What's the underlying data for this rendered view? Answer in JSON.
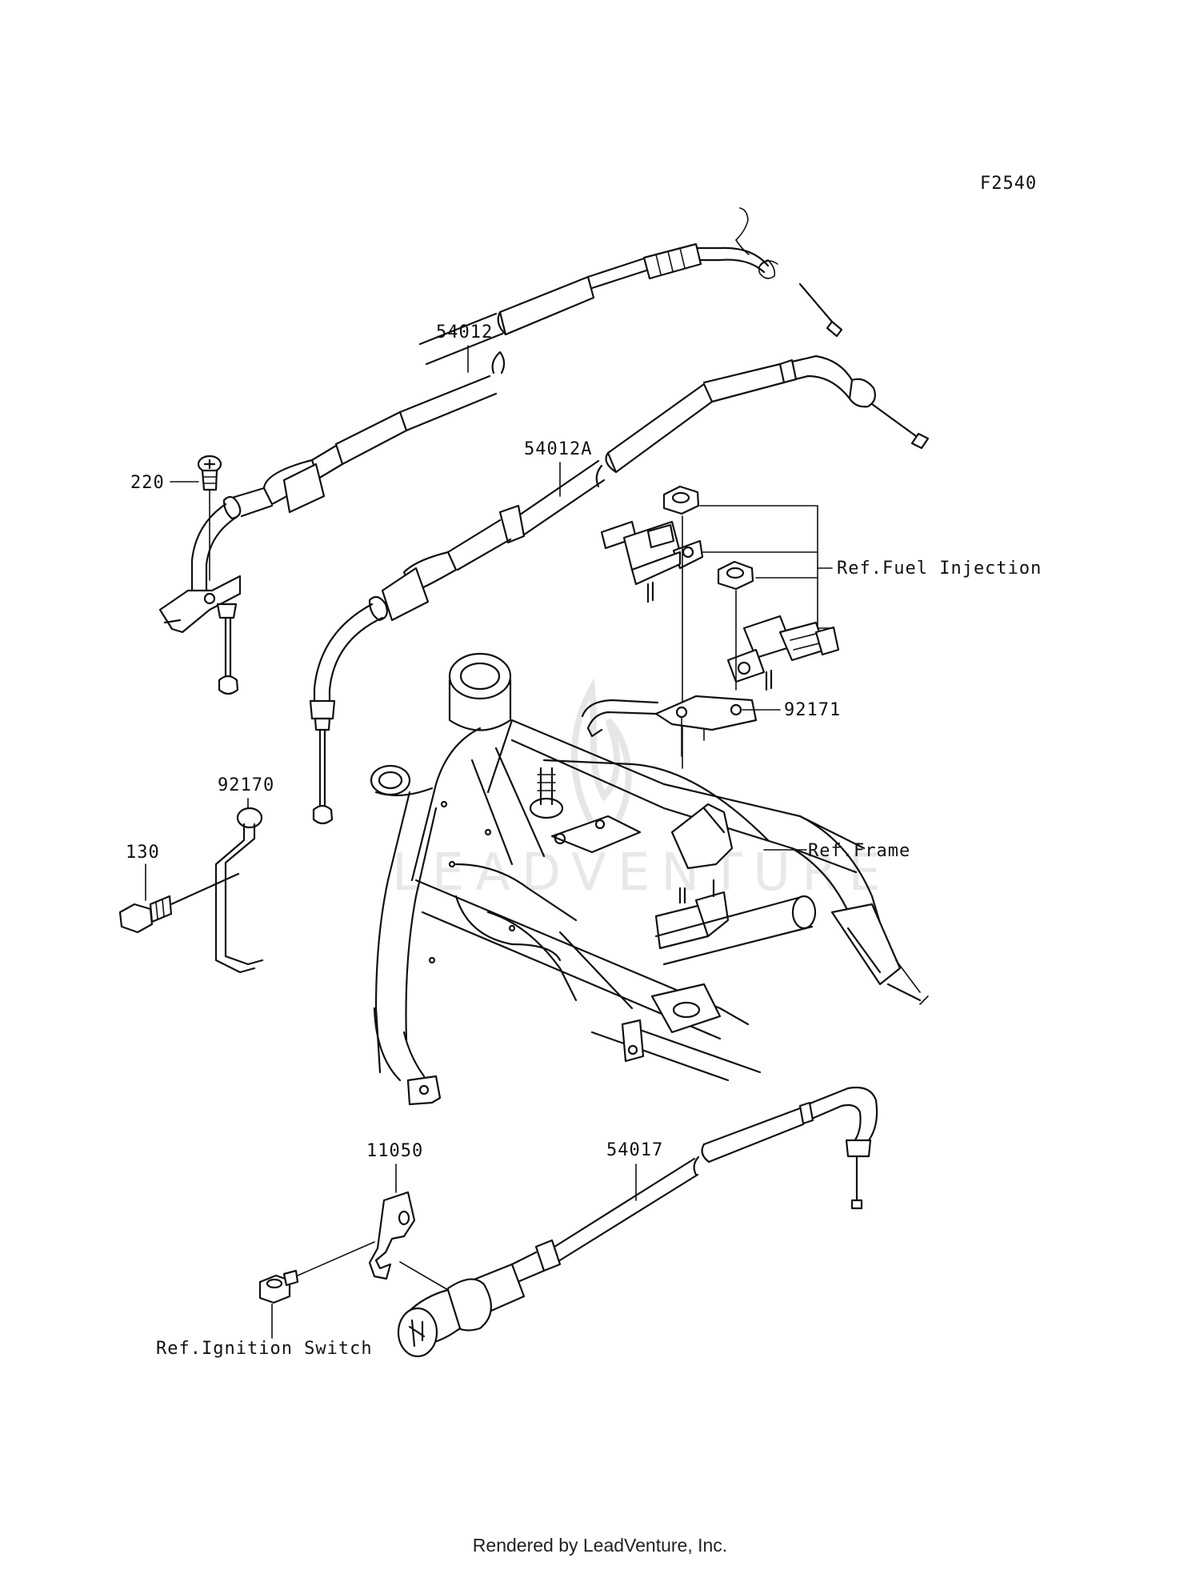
{
  "diagram_code": "F2540",
  "labels": {
    "p54012": "54012",
    "p54012A": "54012A",
    "p220": "220",
    "ref_fuel_injection": "Ref.Fuel Injection",
    "p92171": "92171",
    "p92170": "92170",
    "p130": "130",
    "ref_frame": "Ref.Frame",
    "p11050": "11050",
    "p54017": "54017",
    "ref_ignition_switch": "Ref.Ignition Switch"
  },
  "watermark": "LEADVENTURE",
  "footer": "Rendered by LeadVenture, Inc."
}
